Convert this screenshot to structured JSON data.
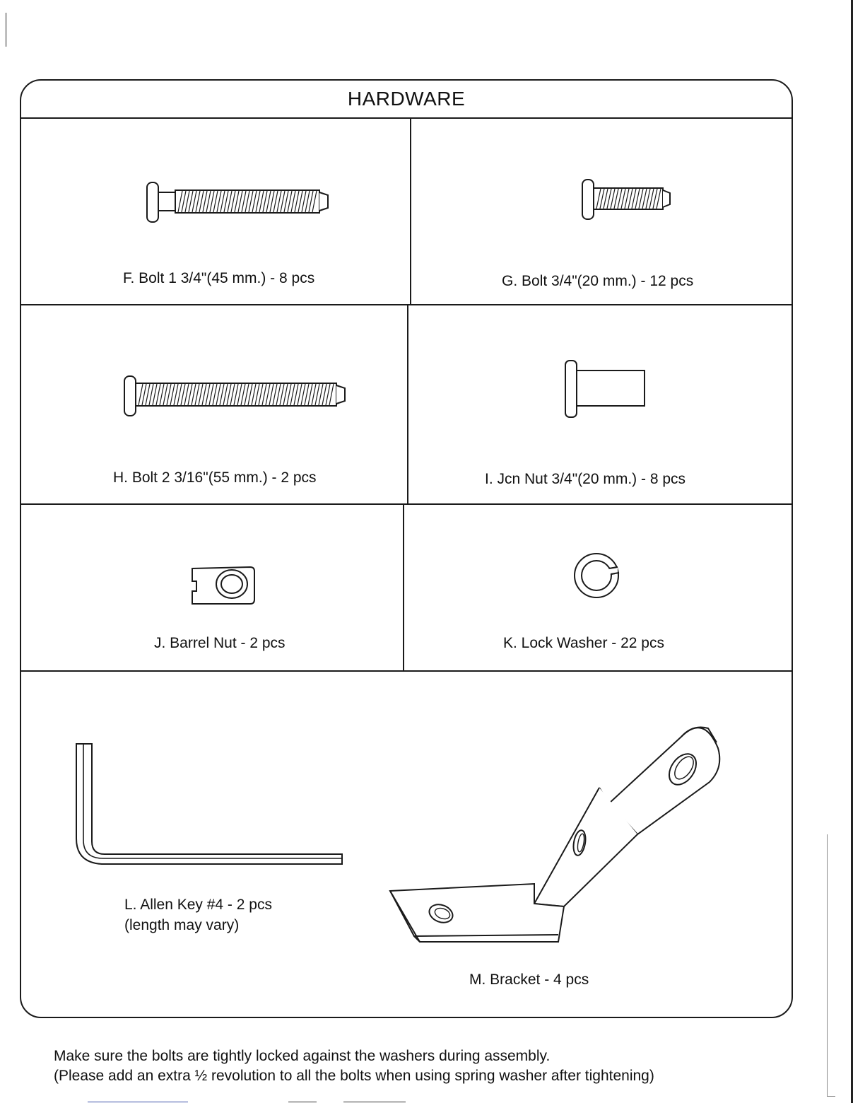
{
  "hardware": {
    "title": "HARDWARE",
    "parts": {
      "f": {
        "label": "F. Bolt 1 3/4\"(45 mm.) - 8 pcs"
      },
      "g": {
        "label": "G. Bolt  3/4\"(20 mm.) - 12 pcs"
      },
      "h": {
        "label": "H. Bolt 2 3/16\"(55 mm.) - 2 pcs"
      },
      "i": {
        "label": "I. Jcn Nut 3/4\"(20 mm.) - 8 pcs"
      },
      "j": {
        "label": "J. Barrel Nut - 2 pcs"
      },
      "k": {
        "label": "K. Lock Washer - 22 pcs"
      },
      "l": {
        "label": "L. Allen Key #4 - 2 pcs",
        "sublabel": "(length may vary)"
      },
      "m": {
        "label": "M. Bracket - 4 pcs"
      }
    }
  },
  "note": {
    "line1": "Make sure the bolts are tightly locked against the washers during assembly.",
    "line2": "(Please add an extra ½ revolution to all the bolts when using spring washer after tightening)"
  }
}
